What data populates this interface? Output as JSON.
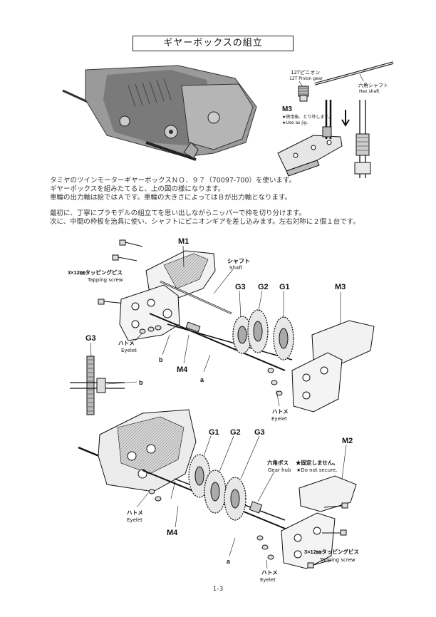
{
  "title": "ギヤーボックスの組立",
  "intro": {
    "lines": [
      "タミヤのツインモーターギヤーボックスＮＯ．９７（70097-700）を使います。",
      "ギヤーボックスを組みたてると、上の図の様になります。",
      "車輪の出力軸は絵ではＡです。車輪の大きさによってはＢが出力軸となります。",
      "最初に、丁寧にプラモデルの組立てを思い出しながらニッパーで枠を切り分けます。",
      "次に、中間の枠板を治具に使い、シャフトにピニオンギアを差し込みます。左右対称に２個１台です。"
    ]
  },
  "top_right": {
    "pinion_jp": "12Tピニオン",
    "pinion_en": "12T Pinion gear",
    "hex_jp": "六角シャフト",
    "hex_en": "Hex shaft",
    "m3": "M3",
    "jig_jp": "★使用後、とり外します。",
    "jig_en": "★Use as jig."
  },
  "diagram1": {
    "m1": "M1",
    "shaft_jp": "シャフト",
    "shaft_en": "Shaft",
    "screw_jp": "3×12㎜タッピングビス",
    "screw_en": "Tapping screw",
    "g3": "G3",
    "g2": "G2",
    "g1": "G1",
    "m3": "M3",
    "eyelet_jp": "ハトメ",
    "eyelet_en": "Eyelet",
    "b": "b",
    "m4": "M4",
    "a": "a",
    "eyelet2_jp": "ハトメ",
    "eyelet2_en": "Eyelet"
  },
  "inset": {
    "g3": "G3",
    "b": "b"
  },
  "diagram2": {
    "g1": "G1",
    "g2": "G2",
    "g3": "G3",
    "m2": "M2",
    "gearhub_jp": "六角ボス",
    "gearhub_en": "Gear hub",
    "nosecure_jp": "★固定しません。",
    "nosecure_en": "★Do not secure.",
    "eyelet_jp": "ハトメ",
    "eyelet_en": "Eyelet",
    "m4": "M4",
    "a": "a",
    "screw_jp": "3×12㎜タッピングビス",
    "screw_en": "Tapping screw",
    "eyelet2_jp": "ハトメ",
    "eyelet2_en": "Eyelet"
  },
  "page_number": "1-3"
}
